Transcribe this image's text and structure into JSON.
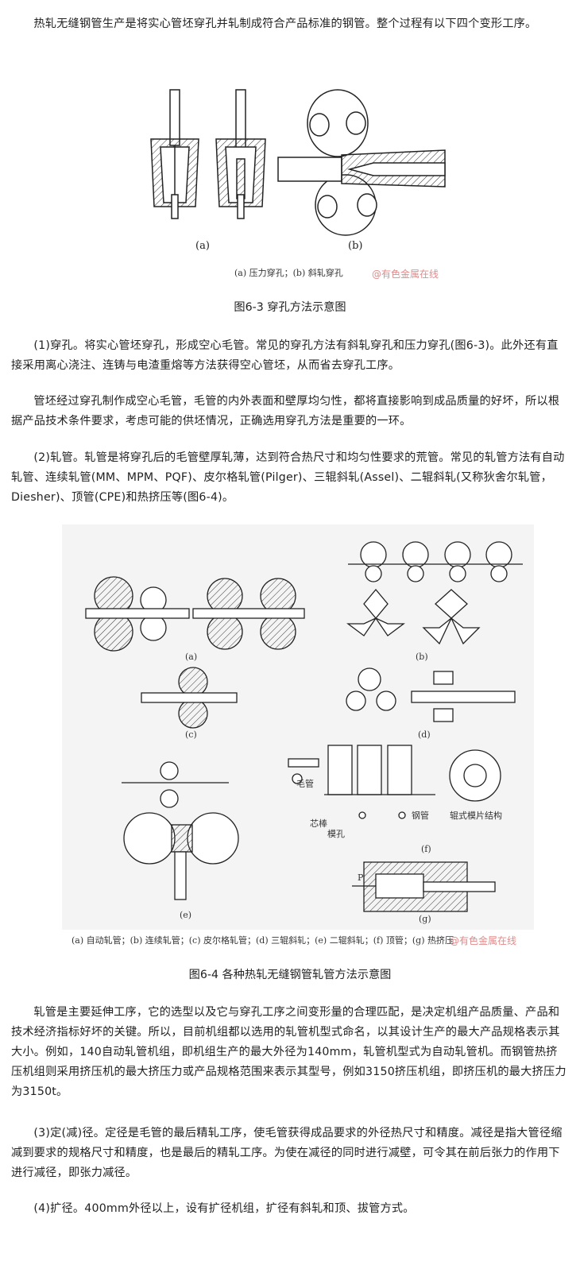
{
  "paragraphs": {
    "intro": "热轧无缝钢管生产是将实心管坯穿孔并轧制成符合产品标准的钢管。整个过程有以下四个变形工序。",
    "p1": "(1)穿孔。将实心管坯穿孔，形成空心毛管。常见的穿孔方法有斜轧穿孔和压力穿孔(图6-3)。此外还有直接采用离心浇注、连铸与电渣重熔等方法获得空心管坯，从而省去穿孔工序。",
    "p2": "管坯经过穿孔制作成空心毛管，毛管的内外表面和壁厚均匀性，都将直接影响到成品质量的好坏，所以根据产品技术条件要求，考虑可能的供坯情况，正确选用穿孔方法是重要的一环。",
    "p3": "(2)轧管。轧管是将穿孔后的毛管壁厚轧薄，达到符合热尺寸和均匀性要求的荒管。常见的轧管方法有自动轧管、连续轧管(MM、MPM、PQF)、皮尔格轧管(Pilger)、三辊斜轧(Assel)、二辊斜轧(又称狄舍尔轧管，Diesher)、顶管(CPE)和热挤压等(图6-4)。",
    "p4": "轧管是主要延伸工序，它的选型以及它与穿孔工序之间变形量的合理匹配，是决定机组产品质量、产品和技术经济指标好坏的关键。所以，目前机组都以选用的轧管机型式命名，以其设计生产的最大产品规格表示其大小。例如，140自动轧管机组，即机组生产的最大外径为140mm，轧管机型式为自动轧管机。而钢管热挤压机组则采用挤压机的最大挤压力或产品规格范围来表示其型号，例如3150挤压机组，即挤压机的最大挤压力为3150t。",
    "p5": "(3)定(减)径。定径是毛管的最后精轧工序，使毛管获得成品要求的外径热尺寸和精度。减径是指大管径缩减到要求的规格尺寸和精度，也是最后的精轧工序。为使在减径的同时进行减壁，可令其在前后张力的作用下进行减径，即张力减径。",
    "p6": "(4)扩径。400mm外径以上，设有扩径机组，扩径有斜轧和顶、拔管方式。"
  },
  "figure1": {
    "label_a": "(a)",
    "label_b": "(b)",
    "legend": "(a) 压力穿孔；(b) 斜轧穿孔",
    "watermark": "@有色金属在线",
    "caption": "图6-3 穿孔方法示意图"
  },
  "figure2": {
    "labels": {
      "a": "(a)",
      "b": "(b)",
      "c": "(c)",
      "d": "(d)",
      "e": "(e)",
      "f": "(f)",
      "g": "(g)",
      "p": "P"
    },
    "annotations": {
      "maoguan": "毛管",
      "xinbang": "芯棒",
      "mokong": "模孔",
      "gangguan": "钢管",
      "structure": "辊式模片结构"
    },
    "legend": "(a) 自动轧管；(b) 连续轧管；(c) 皮尔格轧管；(d) 三辊斜轧；(e) 二辊斜轧；(f) 顶管；(g) 热挤压",
    "watermark": "@有色金属在线",
    "caption": "图6-4 各种热轧无缝钢管轧管方法示意图"
  }
}
